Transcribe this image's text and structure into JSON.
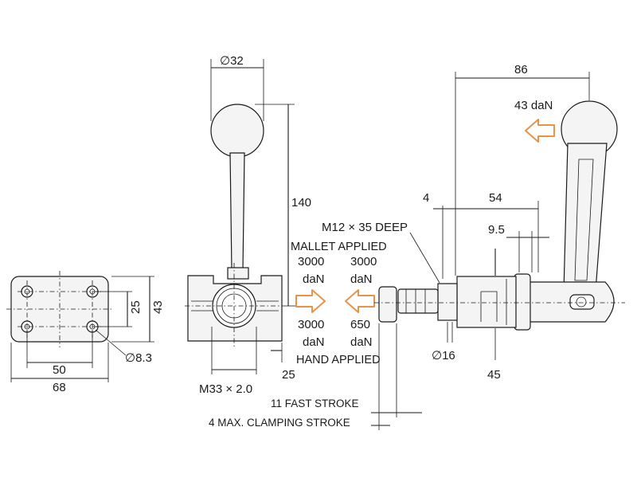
{
  "labels": {
    "dia32": "∅32",
    "d140": "140",
    "d86": "86",
    "force43": "43 daN",
    "d4": "4",
    "d54": "54",
    "m12": "M12 × 35 DEEP",
    "d95": "9.5",
    "mallet_applied": "MALLET APPLIED",
    "hand_applied": "HAND APPLIED",
    "v3000a": "3000",
    "v3000b": "3000",
    "v3000c": "3000",
    "v650": "650",
    "danA": "daN",
    "danB": "daN",
    "danC": "daN",
    "danD": "daN",
    "d25v": "25",
    "d43v": "43",
    "dia83": "∅8.3",
    "d50": "50",
    "d68": "68",
    "m33": "M33 × 2.0",
    "d25h": "25",
    "dia16": "∅16",
    "d45": "45",
    "fast_stroke": "11 FAST STROKE",
    "max_stroke": "4 MAX. CLAMPING STROKE"
  },
  "colors": {
    "line": "#1a1a1a",
    "arrow_accent": "#e8934a",
    "part_fill": "#f4f4f4"
  },
  "icons": {
    "force_arrow": "orange-outline-arrow"
  }
}
